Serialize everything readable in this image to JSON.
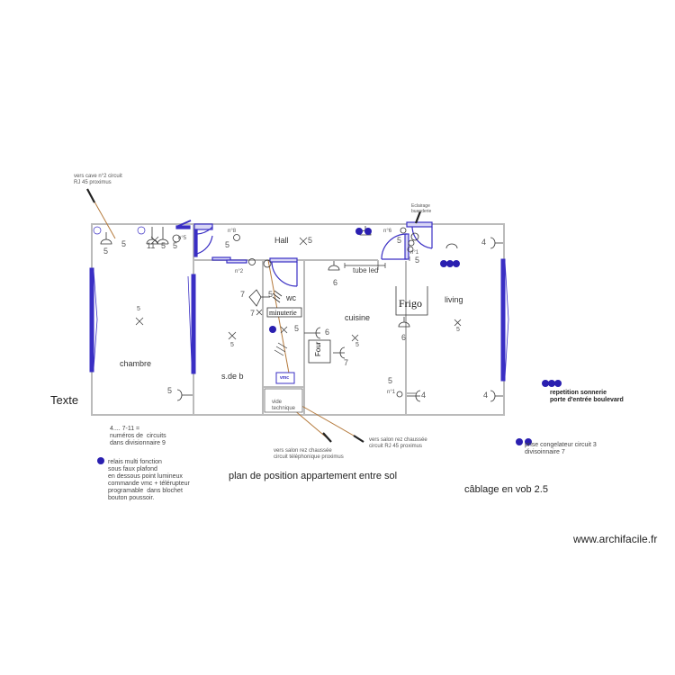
{
  "title": "plan de position appartement entre sol",
  "subtitle": "câblage en vob 2.5",
  "watermark": "www.archifacile.fr",
  "floating_text": "Texte",
  "colors": {
    "wall": "#bbbbbb",
    "window": "#3a2fc4",
    "door": "#3a2fc4",
    "cable": "#b57a3c",
    "dot": "#2a1fb0"
  },
  "rooms": {
    "chambre": "chambre",
    "sdb": "s.de b",
    "hall": "Hall",
    "wc": "wc",
    "cuisine": "cuisine",
    "living": "living"
  },
  "fixtures": {
    "frigo": "Frigo",
    "four": "Four",
    "minuterie": "minuterie",
    "vmc": "vmc",
    "vide_technique": "vide\ntechnique",
    "tube_led": "tube led"
  },
  "annotations": {
    "cave": "vers cave n°2 circuit\nRJ 45 proximus",
    "eclairage": "Eclairage\nbuanderie",
    "salon_tel": "vers salon rez chaussée\ncircuit téléphonique proximus",
    "salon_rj45": "vers salon rez chaussée\ncircuit RJ 45 proximus",
    "repetition": "repetition sonnerie\nporte d'entrée boulevard",
    "congelateur": "prise congelateur circuit 3\ndivisoinnaire 7",
    "circuits_legend": "4.... 7-11 =\nnuméros de  circuits\ndans divisionnaire 9",
    "relais": "relais multi fonction\nsous faux plafond\nen dessous point lumineux\ncommande vmc + télérupteur\nprogramable  dans blochet\nbouton poussoir."
  },
  "circuit_numbers": {
    "chambre_tv_outlet": "5",
    "chambre_top_light": "5",
    "chambre_double_outlet_a": "11",
    "chambre_double_outlet_b": "5",
    "chambre_switch": "5",
    "chambre_switch_tag": "n°5",
    "chambre_ceiling": "5",
    "chambre_wall_outlet": "5",
    "hall_switch_tag": "n°8",
    "hall_outlet_near_door": "5",
    "hall_light": "5",
    "sdb_switch_tag": "n°2",
    "sdb_fan": "7",
    "sdb_light_small": "7",
    "sdb_light": "5",
    "wc_switch": "5",
    "wc_light": "5",
    "kitchen_outlet_top": "6",
    "kitchen_outlet_six": "6",
    "kitchen_four_outlet": "7",
    "kitchen_light": "5",
    "frigo_outlet": "6",
    "buanderie_switch_tag": "n°6",
    "buanderie_light": "5",
    "stair_switch_tag": "n°1",
    "stair_switch": "5",
    "living_top_outlet": "4",
    "living_light": "5",
    "living_bottom_outlet": "4",
    "kitchen_bottom_switch": "5",
    "kitchen_bottom_switch_tag": "n°1",
    "kitchen_bottom_outlet": "4"
  }
}
